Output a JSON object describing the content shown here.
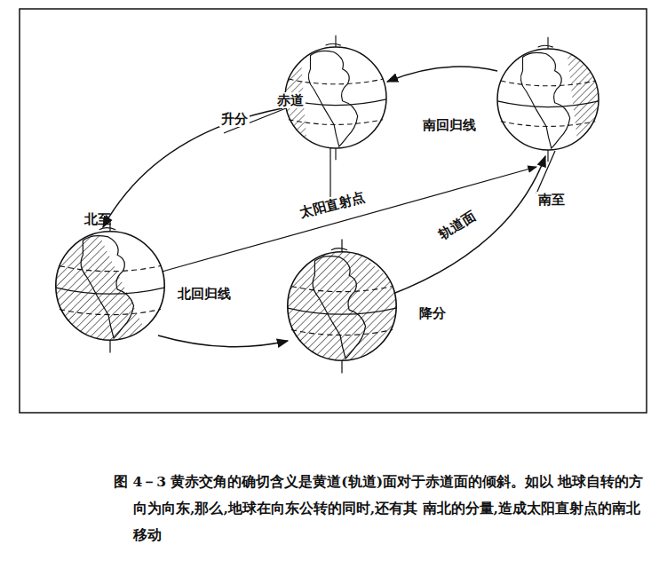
{
  "diagram": {
    "caption": "图 4－3 黄赤交角的确切含义是黄道(轨道)面对于赤道面的倾斜。如以 地球自转的方向为向东,那么,地球在向东公转的同时,还有其 南北的分量,造成太阳直射点的南北移动",
    "labels": [
      "升分",
      "赤道",
      "太阳直射点",
      "北至",
      "北回归线",
      "南回归线",
      "南至",
      "轨道面",
      "降分"
    ]
  }
}
